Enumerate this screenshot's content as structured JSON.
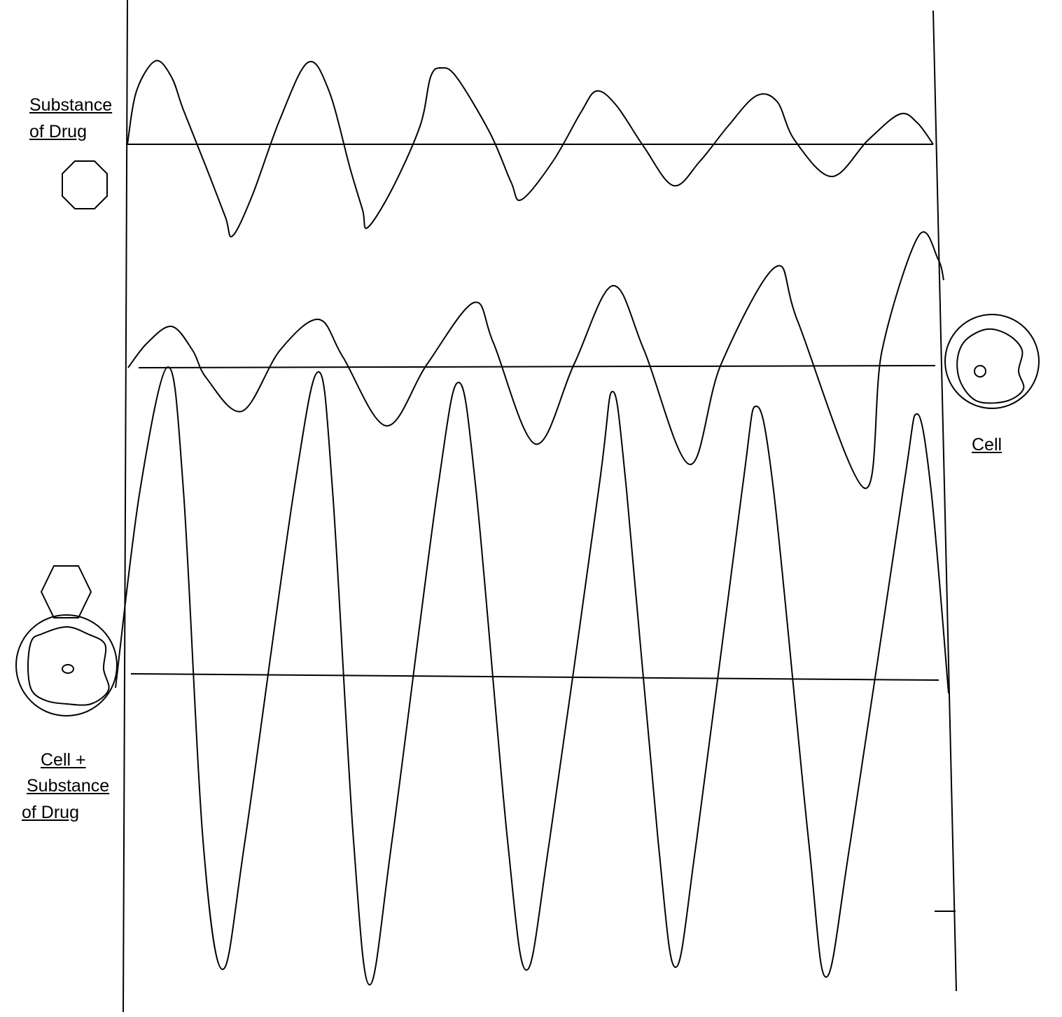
{
  "labels": {
    "drug_line1": "Substance",
    "drug_line2": "of Drug",
    "cell": "Cell",
    "combo_line1": "Cell +",
    "combo_line2": "Substance",
    "combo_line3": "of Drug"
  },
  "icons": [
    "octagon-drug-icon",
    "cell-icon",
    "hexagon-drug-icon",
    "cell-with-drug-icon"
  ],
  "colors": {
    "stroke": "#000000",
    "background": "#ffffff"
  }
}
